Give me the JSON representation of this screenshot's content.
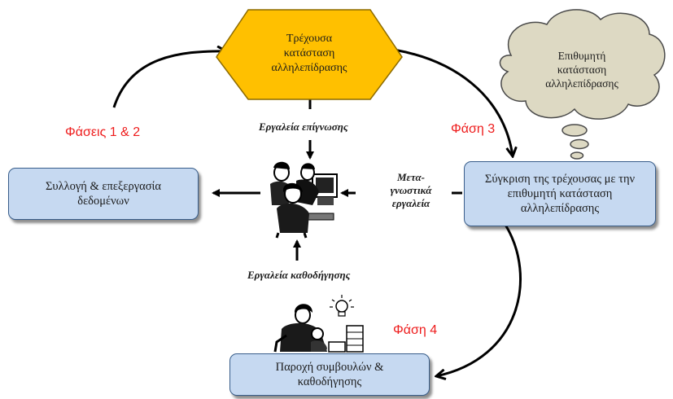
{
  "current_state": {
    "line1": "Τρέχουσα",
    "line2": "κατάσταση",
    "line3": "αλληλεπίδρασης",
    "fill": "#ffc000"
  },
  "desired_state": {
    "line1": "Επιθυμητή",
    "line2": "κατάσταση",
    "line3": "αλληλεπίδρασης",
    "fill": "#ddd9c3"
  },
  "collect_box": {
    "line1": "Συλλογή & επεξεργασία",
    "line2": "δεδομένων"
  },
  "compare_box": {
    "line1": "Σύγκριση της τρέχουσας με την",
    "line2": "επιθυμητή κατάσταση",
    "line3": "αλληλεπίδρασης"
  },
  "advice_box": {
    "line1": "Παροχή συμβουλών &",
    "line2": "καθοδήγησης"
  },
  "tool_labels": {
    "diagnosis": "Εργαλεία επίγνωσης",
    "guidance": "Εργαλεία καθοδήγησης",
    "meta_line1": "Μετα-",
    "meta_line2": "γνωστικά",
    "meta_line3": "εργαλεία"
  },
  "phases": {
    "p12": "Φάσεις 1 & 2",
    "p3": "Φάση 3",
    "p4": "Φάση 4"
  },
  "colors": {
    "box_fill": "#c6d9f1",
    "box_border": "#385d8a",
    "phase_text": "#ee1c1c",
    "arrow": "#000000"
  },
  "icons": [
    "people-at-computer-icon",
    "teacher-with-children-icon",
    "lightbulb-icon"
  ]
}
